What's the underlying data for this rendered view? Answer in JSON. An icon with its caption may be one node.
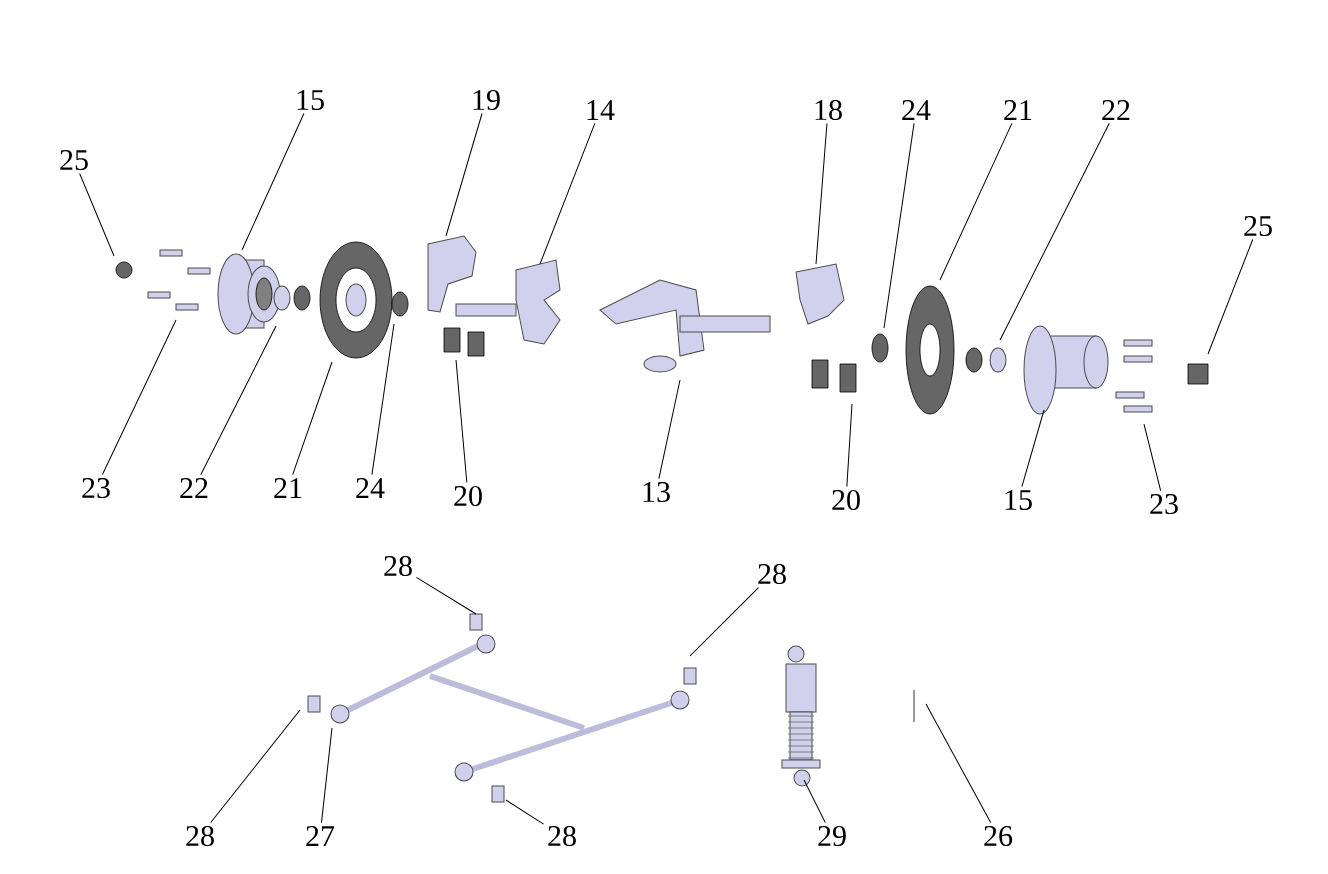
{
  "diagram": {
    "nodes": [
      {
        "text": [
          "25"
        ]
      },
      {
        "text": [
          "15"
        ]
      },
      {
        "text": [
          "19"
        ]
      },
      {
        "text": [
          "14"
        ]
      },
      {
        "text": [
          "18"
        ]
      },
      {
        "text": [
          "24"
        ]
      },
      {
        "text": [
          "21"
        ]
      },
      {
        "text": [
          "22"
        ]
      },
      {
        "text": [
          "25"
        ]
      },
      {
        "text": [
          "23"
        ]
      },
      {
        "text": [
          "22"
        ]
      },
      {
        "text": [
          "21"
        ]
      },
      {
        "text": [
          "24"
        ]
      },
      {
        "text": [
          "20"
        ]
      },
      {
        "text": [
          "13"
        ]
      },
      {
        "text": [
          "20"
        ]
      },
      {
        "text": [
          "15"
        ]
      },
      {
        "text": [
          "23"
        ]
      },
      {
        "text": [
          "28"
        ]
      },
      {
        "text": [
          "28"
        ]
      },
      {
        "text": [
          "28"
        ]
      },
      {
        "text": [
          "27"
        ]
      },
      {
        "text": [
          "28"
        ]
      },
      {
        "text": [
          "29"
        ]
      },
      {
        "text": [
          "26"
        ]
      }
    ],
    "edges": [
      {
        "from": 0,
        "to": null,
        "arrow": "none"
      },
      {
        "from": 1,
        "to": null,
        "arrow": "none"
      },
      {
        "from": 2,
        "to": null,
        "arrow": "none"
      },
      {
        "from": 3,
        "to": null,
        "arrow": "none"
      },
      {
        "from": 4,
        "to": null,
        "arrow": "none"
      },
      {
        "from": 5,
        "to": null,
        "arrow": "none"
      },
      {
        "from": 6,
        "to": null,
        "arrow": "none"
      },
      {
        "from": 7,
        "to": null,
        "arrow": "none"
      },
      {
        "from": 8,
        "to": null,
        "arrow": "none"
      },
      {
        "from": 9,
        "to": null,
        "arrow": "none"
      },
      {
        "from": 10,
        "to": null,
        "arrow": "none"
      },
      {
        "from": 11,
        "to": null,
        "arrow": "none"
      },
      {
        "from": 12,
        "to": null,
        "arrow": "none"
      },
      {
        "from": 13,
        "to": null,
        "arrow": "none"
      },
      {
        "from": 14,
        "to": null,
        "arrow": "none"
      },
      {
        "from": 15,
        "to": null,
        "arrow": "none"
      },
      {
        "from": 16,
        "to": null,
        "arrow": "none"
      },
      {
        "from": 17,
        "to": null,
        "arrow": "none"
      },
      {
        "from": 18,
        "to": null,
        "arrow": "none"
      },
      {
        "from": 19,
        "to": null,
        "arrow": "none"
      },
      {
        "from": 20,
        "to": null,
        "arrow": "none"
      },
      {
        "from": 21,
        "to": null,
        "arrow": "none"
      },
      {
        "from": 22,
        "to": null,
        "arrow": "none"
      },
      {
        "from": 23,
        "to": null,
        "arrow": "none"
      },
      {
        "from": 24,
        "to": null,
        "arrow": "none"
      }
    ]
  }
}
